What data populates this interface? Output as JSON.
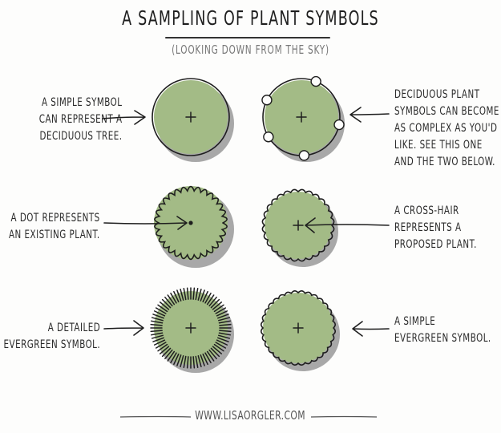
{
  "title": "A SAMPLING OF PLANT SYMBOLS",
  "subtitle": "(LOOKING DOWN FROM THE SKY)",
  "colors": {
    "fill": "#a3bb86",
    "shadow": "#a8a8a8",
    "ink": "#1e1e1e",
    "background": "#fdfdfc"
  },
  "symbols": [
    {
      "id": "simple-deciduous",
      "style": "simple-outline",
      "center_mark": "cross-hair",
      "label": "A SIMPLE SYMBOL\nCAN REPRESENT A\nDECIDUOUS TREE.",
      "label_side": "left"
    },
    {
      "id": "complex-deciduous",
      "style": "notched-outline",
      "center_mark": "cross-hair",
      "label": "DECIDUOUS PLANT\nSYMBOLS CAN BECOME\nAS COMPLEX AS YOU'D\nLIKE. SEE THIS ONE\nAND THE TWO BELOW.",
      "label_side": "right"
    },
    {
      "id": "existing-plant",
      "style": "petal-scallop",
      "center_mark": "dot",
      "label": "A DOT REPRESENTS\nAN EXISTING PLANT.",
      "label_side": "left"
    },
    {
      "id": "proposed-plant",
      "style": "small-scallop",
      "center_mark": "cross-hair",
      "label": "A CROSS-HAIR\nREPRESENTS A\nPROPOSED PLANT.",
      "label_side": "right"
    },
    {
      "id": "detailed-evergreen",
      "style": "radial-needles",
      "center_mark": "cross-hair",
      "label": "A DETAILED\nEVERGREEN SYMBOL.",
      "label_side": "left"
    },
    {
      "id": "simple-evergreen",
      "style": "spiky-scallop",
      "center_mark": "cross-hair",
      "label": "A SIMPLE\nEVERGREEN SYMBOL.",
      "label_side": "right"
    }
  ],
  "footer": "WWW.LISAORGLER.COM"
}
